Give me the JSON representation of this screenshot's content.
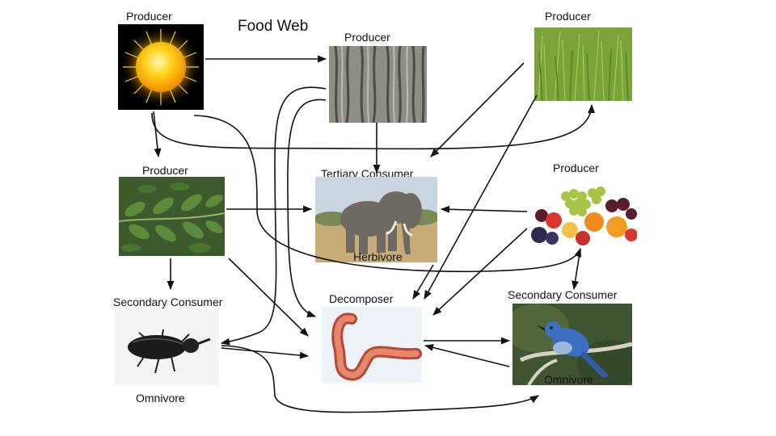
{
  "title": "Food Web",
  "nodes": {
    "sun": {
      "label": "Producer"
    },
    "tree": {
      "label": "Producer"
    },
    "grass": {
      "label": "Producer"
    },
    "leaves": {
      "label": "Producer"
    },
    "elephant": {
      "label": "Tertiary Consumer",
      "sublabel": "Herbivore"
    },
    "fruit": {
      "label": "Producer"
    },
    "beetle": {
      "label": "Secondary Consumer",
      "sublabel": "Omnivore"
    },
    "worm": {
      "label": "Decomposer"
    },
    "bird": {
      "label": "Secondary Consumer",
      "sublabel": "Omnivore"
    }
  },
  "icons": [
    "sun-icon",
    "tree-bark-icon",
    "grass-icon",
    "leaves-icon",
    "elephant-icon",
    "fruit-icon",
    "beetle-icon",
    "worm-icon",
    "bird-icon"
  ]
}
